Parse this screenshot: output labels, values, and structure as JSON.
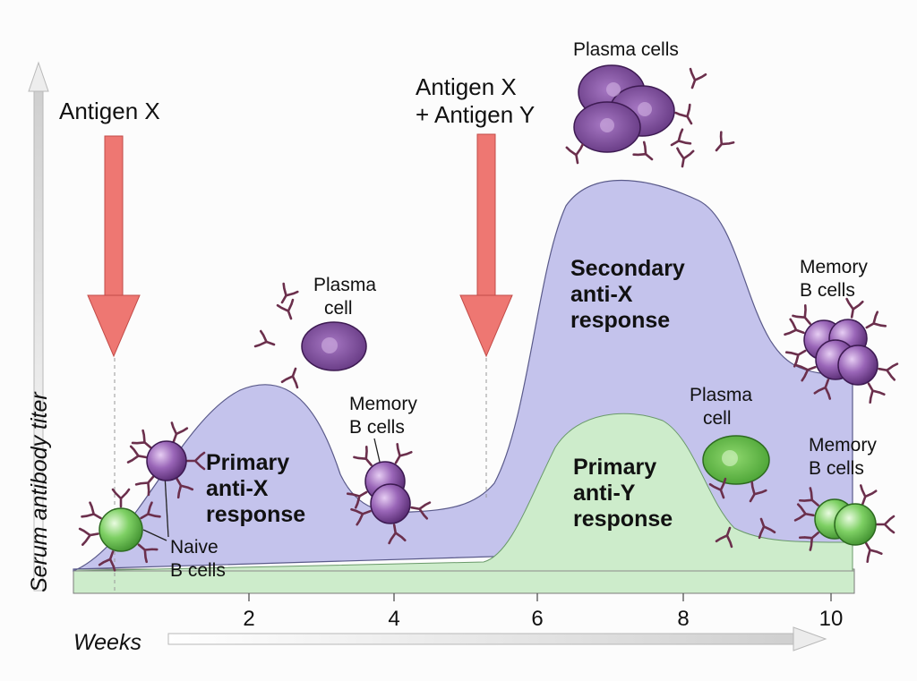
{
  "axes": {
    "y_label": "Serum antibody titer",
    "x_label": "Weeks",
    "x_ticks": [
      "2",
      "4",
      "6",
      "8",
      "10"
    ]
  },
  "injections": [
    {
      "id": "first",
      "lines": [
        "Antigen X"
      ]
    },
    {
      "id": "second",
      "lines": [
        "Antigen X",
        "+ Antigen Y"
      ]
    }
  ],
  "responses": {
    "primary_x": [
      "Primary",
      "anti-X",
      "response"
    ],
    "secondary_x": [
      "Secondary",
      "anti-X",
      "response"
    ],
    "primary_y": [
      "Primary",
      "anti-Y",
      "response"
    ]
  },
  "cell_labels": {
    "naive": [
      "Naive",
      "B cells"
    ],
    "plasma_1": [
      "Plasma",
      "cell"
    ],
    "memory_1": [
      "Memory",
      "B cells"
    ],
    "plasma_top": [
      "Plasma cells"
    ],
    "memory_2": [
      "Memory",
      "B cells"
    ],
    "plasma_y": [
      "Plasma",
      "cell"
    ],
    "memory_3": [
      "Memory",
      "B cells"
    ]
  },
  "colors": {
    "anti_x_fill": "#c4c3ec",
    "anti_y_fill": "#cdeccb",
    "arrow": "#ee7772",
    "purple_cell": "#7d4a9b",
    "green_cell": "#5fb548",
    "antibody": "#6b2f4c"
  }
}
